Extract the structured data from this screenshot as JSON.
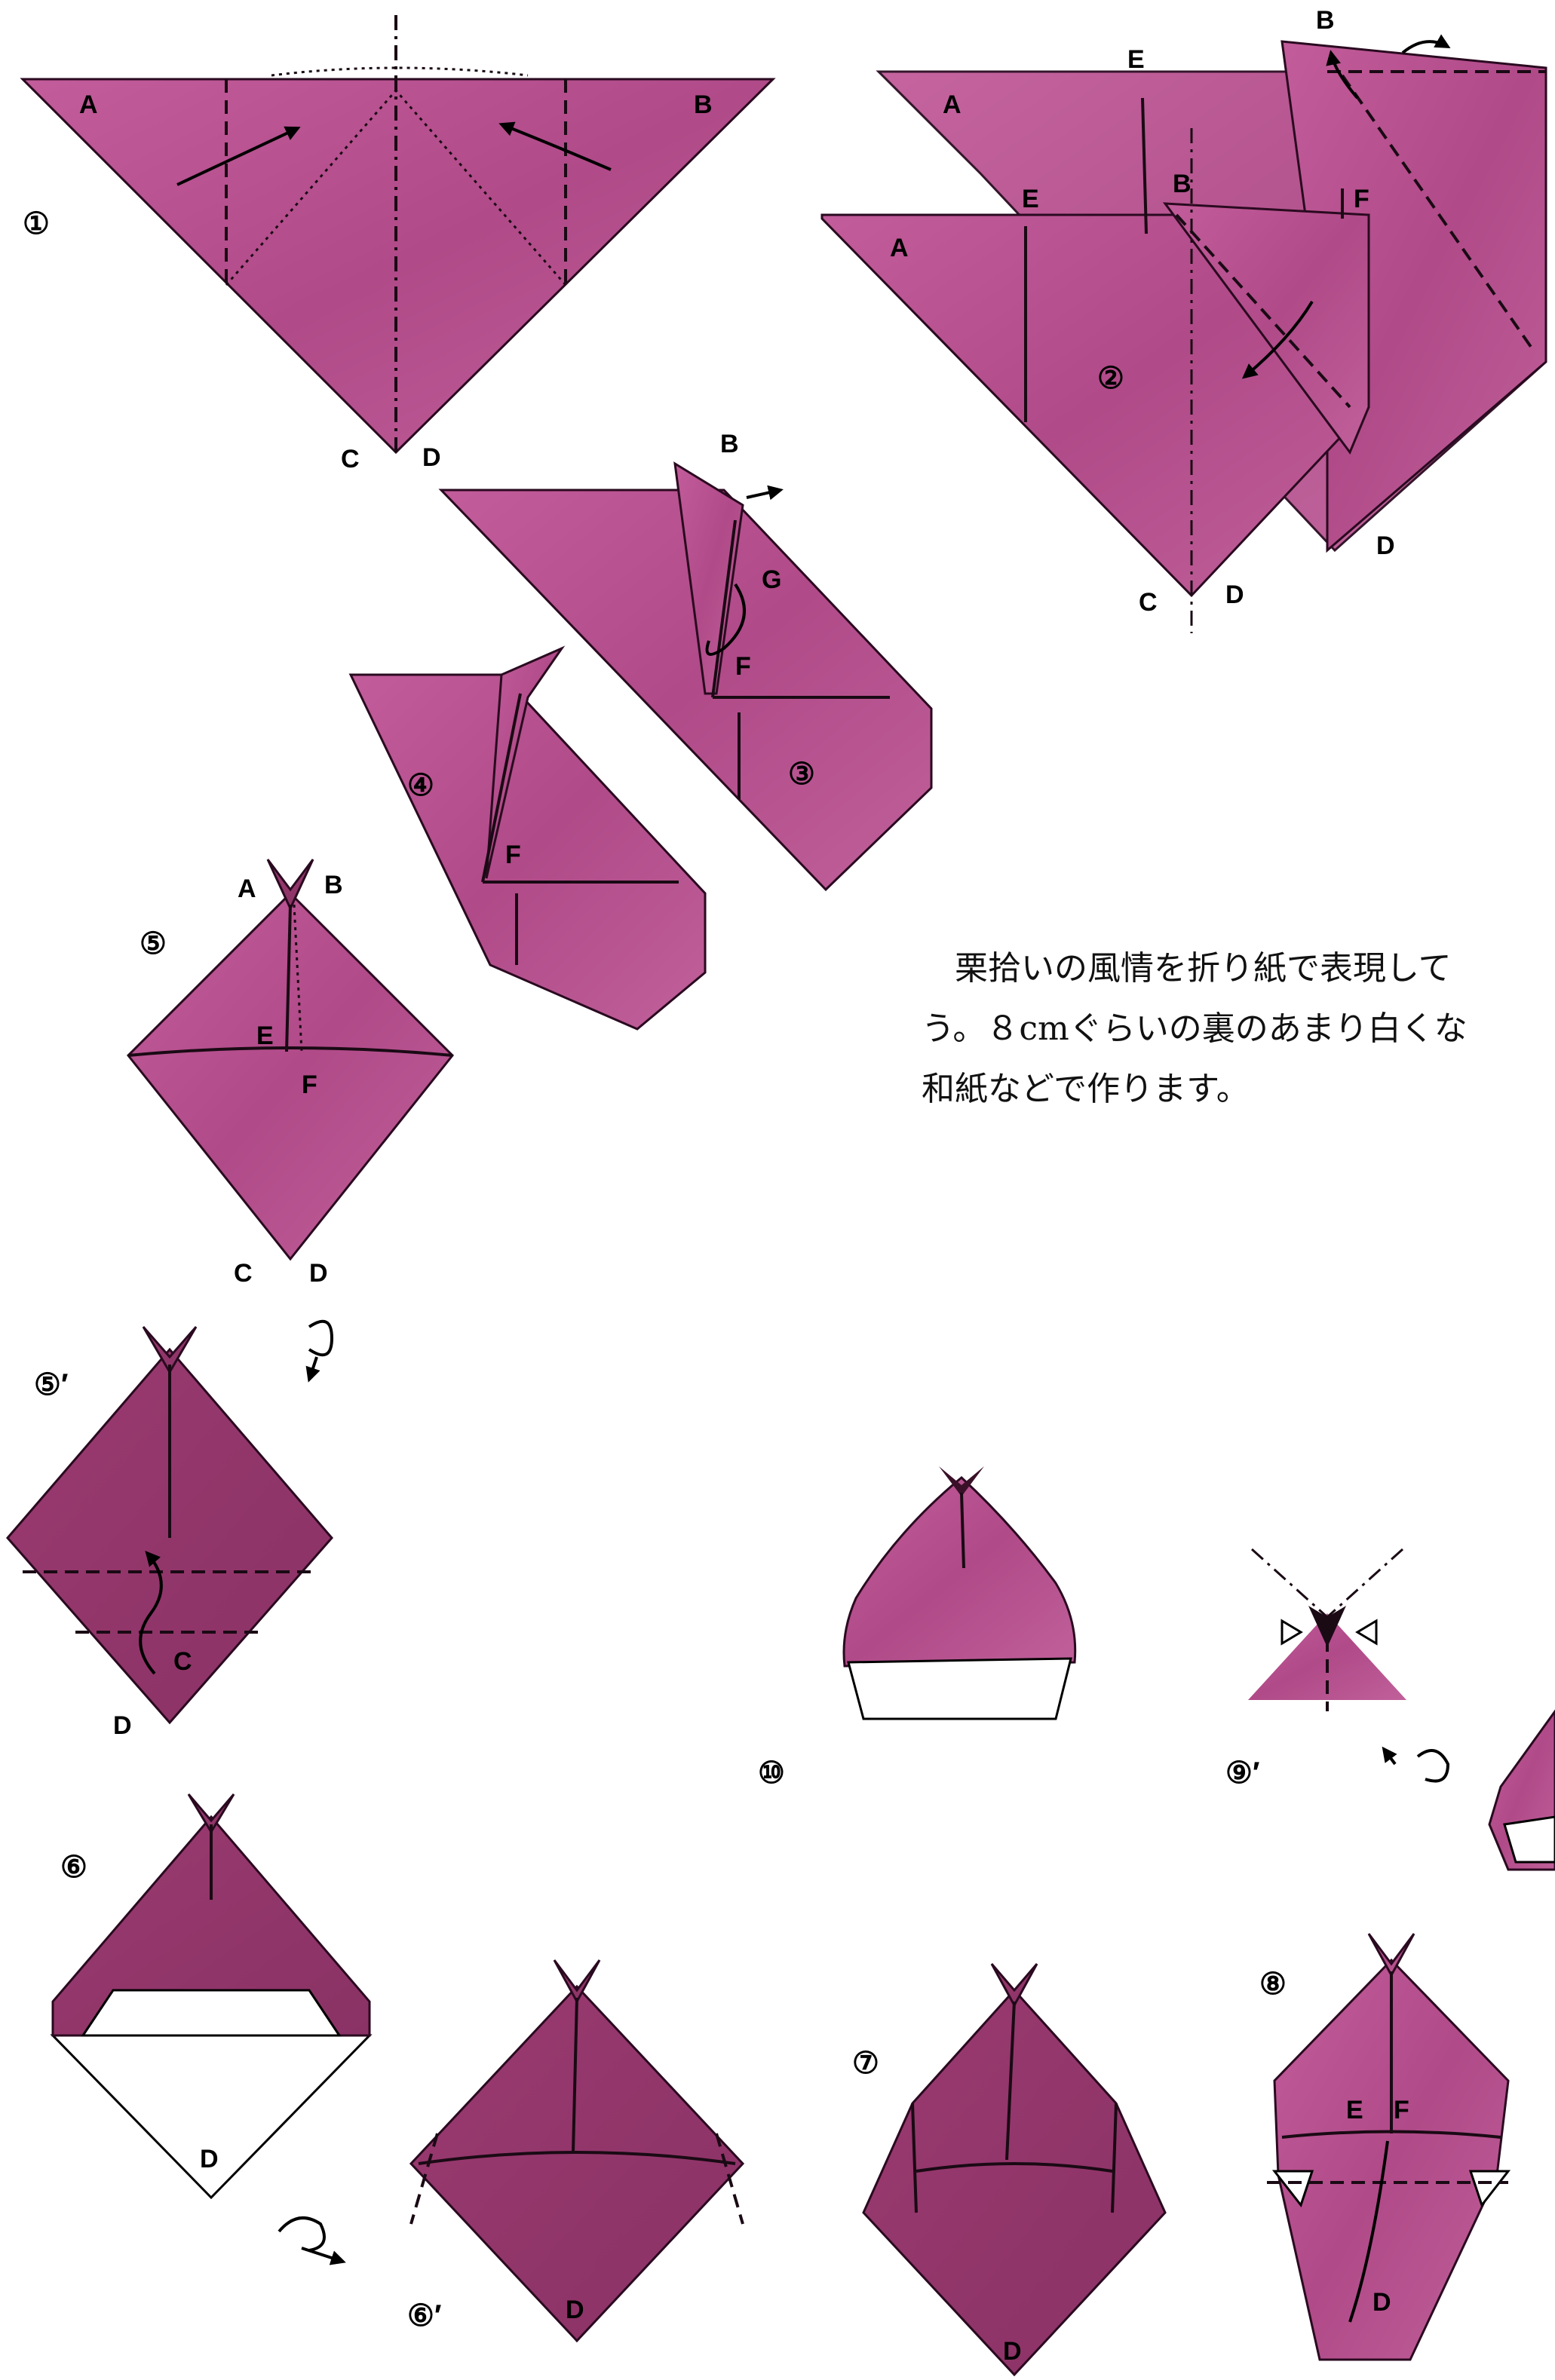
{
  "description_text": {
    "lines": [
      "　栗拾いの風情を折り紙で表現して",
      "う。８cmぐらいの裏のあまり白くな",
      "和紙などで作ります。"
    ]
  },
  "steps": {
    "s1": "①",
    "s2": "②",
    "s3": "③",
    "s4": "④",
    "s5": "⑤",
    "s5p": "⑤′",
    "s6": "⑥",
    "s6p": "⑥′",
    "s7": "⑦",
    "s8": "⑧",
    "s9p": "⑨′",
    "s10": "⑩"
  },
  "labels": {
    "A": "A",
    "B": "B",
    "C": "C",
    "D": "D",
    "E": "E",
    "F": "F",
    "G": "G"
  },
  "colors": {
    "paper": "#b8508e",
    "paper_dark": "#8e3566",
    "paper_light": "#d070a8",
    "ink": "#1a0a14"
  }
}
